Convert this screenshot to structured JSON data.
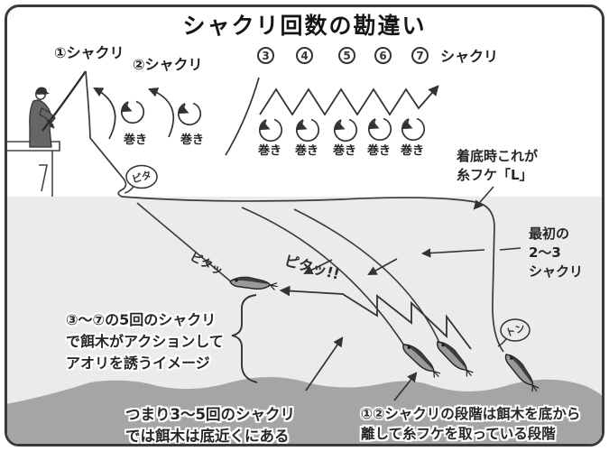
{
  "title": "シャクリ回数の勘違い",
  "top": {
    "label1": "①シャクリ",
    "label2": "②シャクリ",
    "numbers": [
      "3",
      "4",
      "5",
      "6",
      "7"
    ],
    "numbers_label": "シャクリ",
    "maki_label": "巻き"
  },
  "notes": {
    "bottom_touch": {
      "line1": "着底時これが",
      "line2": "糸フケ「L」"
    },
    "first_jerks": {
      "line1": "最初の",
      "line2": "2〜3",
      "line3": "シャクリ"
    },
    "action": {
      "line1": "③〜⑦の5回のシャクリ",
      "line2": "で餌木がアクションして",
      "line3": "アオリを誘うイメージ"
    },
    "bottom_left": {
      "line1": "つまり3〜5回のシャクリ",
      "line2": "では餌木は底近くにある"
    },
    "bottom_right": {
      "line1": "①②シャクリの段階は餌木を底から",
      "line2": "離して糸フケを取っている段階"
    }
  },
  "bubbles": {
    "pita": "ピタ",
    "ton": "トン"
  },
  "sfx": {
    "pita": "ピタッ",
    "pita_loud": "ピタッ!!"
  },
  "colors": {
    "water": "#ebebeb",
    "seafloor": "#a5a5a5",
    "ink": "#333333"
  }
}
